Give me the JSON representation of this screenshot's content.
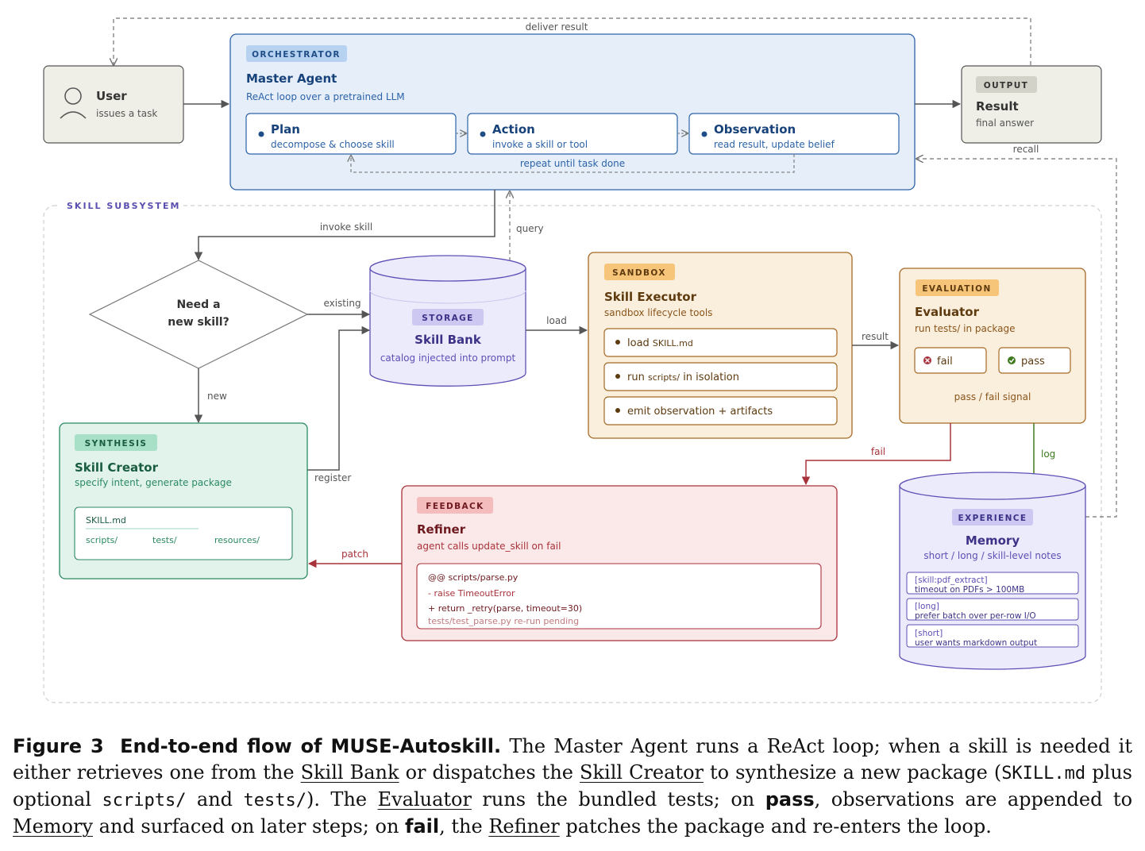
{
  "colors": {
    "orchestrator_fill": "#e5eef9",
    "orchestrator_stroke": "#2d63a8",
    "user_fill": "#efefe7",
    "user_stroke": "#555555",
    "synthesis_fill": "#e2f3ec",
    "synthesis_stroke": "#2b8a62",
    "storage_fill": "#ecebfb",
    "storage_stroke": "#5e4fb6",
    "sandbox_fill": "#faeedd",
    "sandbox_stroke": "#a66a26",
    "feedback_fill": "#fbe9e9",
    "feedback_stroke": "#a8323a",
    "log_arrow": "#3f7a1f"
  },
  "user": {
    "icon": "person-icon",
    "title": "User",
    "subtitle": "issues a task"
  },
  "orchestrator": {
    "badge": "ORCHESTRATOR",
    "title": "Master Agent",
    "subtitle": "ReAct loop over a pretrained LLM",
    "steps": [
      {
        "title": "Plan",
        "desc": "decompose & choose skill"
      },
      {
        "title": "Action",
        "desc": "invoke a skill or tool"
      },
      {
        "title": "Observation",
        "desc": "read result, update belief"
      }
    ],
    "loop_label": "repeat until task done"
  },
  "output": {
    "badge": "OUTPUT",
    "title": "Result",
    "subtitle": "final answer"
  },
  "labels": {
    "deliver_result": "deliver result",
    "recall": "recall",
    "invoke_skill": "invoke skill",
    "query": "query",
    "existing": "existing",
    "new": "new",
    "load": "load",
    "result": "result",
    "register": "register",
    "fail": "fail",
    "log": "log",
    "patch": "patch"
  },
  "subsystem": {
    "label": "SKILL SUBSYSTEM"
  },
  "decision": {
    "line1": "Need a",
    "line2": "new skill?"
  },
  "storage": {
    "badge": "STORAGE",
    "title": "Skill Bank",
    "subtitle": "catalog injected into prompt"
  },
  "sandbox": {
    "badge": "SANDBOX",
    "title": "Skill Executor",
    "subtitle": "sandbox lifecycle tools",
    "items": [
      {
        "text": "load ",
        "code": "SKILL.md",
        "rest": ""
      },
      {
        "text": "run ",
        "code": "scripts/",
        "rest": " in isolation"
      },
      {
        "text": "emit observation + artifacts",
        "code": "",
        "rest": ""
      }
    ]
  },
  "evaluation": {
    "badge": "EVALUATION",
    "title": "Evaluator",
    "subtitle": "run tests/ in package",
    "fail_label": "fail",
    "fail_icon": "x-circle-icon",
    "pass_label": "pass",
    "pass_icon": "check-circle-icon",
    "signal": "pass / fail signal"
  },
  "synthesis": {
    "badge": "SYNTHESIS",
    "title": "Skill Creator",
    "subtitle": "specify intent, generate package",
    "pkg_file": "SKILL.md",
    "pkg_dirs": [
      "scripts/",
      "tests/",
      "resources/"
    ]
  },
  "feedback": {
    "badge": "FEEDBACK",
    "title": "Refiner",
    "subtitle": "agent calls update_skill on fail",
    "diff": [
      "@@ scripts/parse.py",
      "- raise TimeoutError",
      "+ return _retry(parse, timeout=30)",
      "tests/test_parse.py re-run pending"
    ]
  },
  "memory": {
    "badge": "EXPERIENCE",
    "title": "Memory",
    "subtitle": "short / long / skill-level notes",
    "notes": [
      {
        "tag": "[skill:pdf_extract]",
        "text": "timeout on PDFs > 100MB"
      },
      {
        "tag": "[long]",
        "text": "prefer batch over per-row I/O"
      },
      {
        "tag": "[short]",
        "text": "user wants markdown output"
      }
    ]
  },
  "caption": {
    "fig_label": "Figure 3",
    "fig_title": "End-to-end flow of MUSE-Autoskill.",
    "t1": " The Master Agent runs a ReAct loop; when a skill is needed it either retrieves one from the ",
    "u1": "Skill Bank",
    "t2": " or dispatches the ",
    "u2": "Skill Creator",
    "t3": " to synthesize a new package (",
    "c1": "SKILL.md",
    "t4": " plus optional ",
    "c2": "scripts/",
    "t5": " and ",
    "c3": "tests/",
    "t6": "). The ",
    "u3": "Evaluator",
    "t7": " runs the bundled tests; on ",
    "b1": "pass",
    "t8": ", observations are appended to ",
    "u4": "Memory",
    "t9": " and surfaced on later steps; on ",
    "b2": "fail",
    "t10": ", the ",
    "u5": "Refiner",
    "t11": " patches the package and re-enters the loop."
  }
}
